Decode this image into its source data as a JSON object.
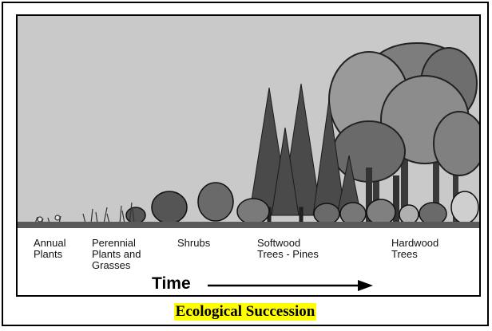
{
  "stages": [
    {
      "label": "Annual\nPlants"
    },
    {
      "label": "Perennial\nPlants and\nGrasses"
    },
    {
      "label": "Shrubs"
    },
    {
      "label": "Softwood\nTrees - Pines"
    },
    {
      "label": "Hardwood\nTrees"
    }
  ],
  "time_label": "Time",
  "caption": "Ecological Succession",
  "colors": {
    "sky": "#c9c9c9",
    "ground": "#5a5a5a",
    "pines": "#4a4a4a",
    "hardwood_canopy": "#8a8a8a",
    "highlight": "#ffff00"
  }
}
